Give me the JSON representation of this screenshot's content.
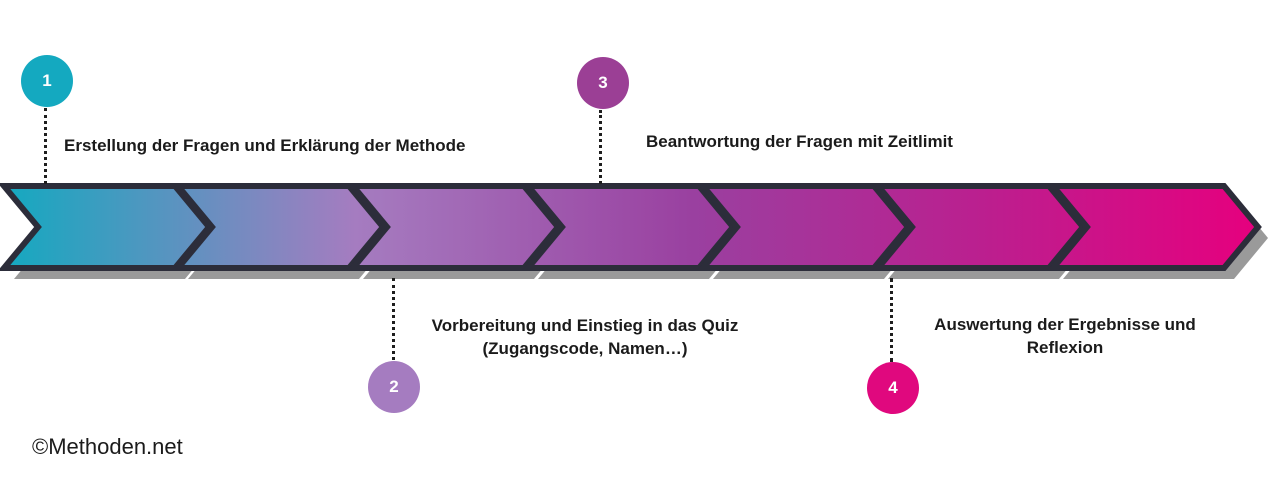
{
  "colors": {
    "step1": "#14a9c0",
    "step2": "#a57cc0",
    "step3": "#9b3f95",
    "step4": "#e0087e",
    "frame": "#2c2d3a",
    "shadow": "#9a9a9a"
  },
  "steps": [
    {
      "number": "1",
      "lines": [
        "Erstellung der Fragen und Erklärung der Methode"
      ]
    },
    {
      "number": "2",
      "lines": [
        "Vorbereitung und Einstieg in das Quiz",
        "(Zugangscode, Namen…)"
      ]
    },
    {
      "number": "3",
      "lines": [
        "Beantwortung der Fragen mit Zeitlimit"
      ]
    },
    {
      "number": "4",
      "lines": [
        "Auswertung der Ergebnisse und",
        "Reflexion"
      ]
    }
  ],
  "copyright": "©Methoden.net"
}
